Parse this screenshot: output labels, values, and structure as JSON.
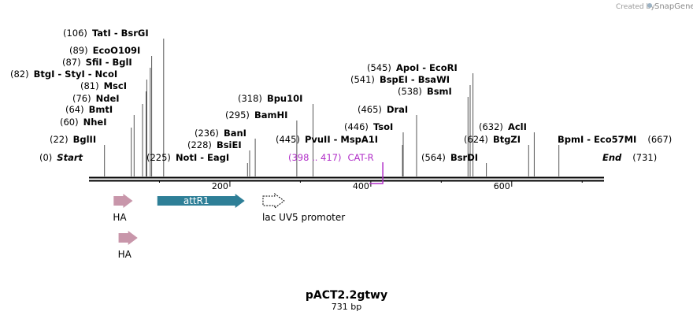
{
  "credit": {
    "prefix": "Created by",
    "brand": "SnapGene"
  },
  "title": "pACT2.2gtwy",
  "subtitle": "731 bp",
  "sequence_length": 731,
  "ruler": [
    "200",
    "400",
    "600"
  ],
  "sites": [
    {
      "pos": "(0)",
      "name": "Start",
      "bp": 0,
      "italic": true
    },
    {
      "pos": "(22)",
      "name": "BglII",
      "bp": 22
    },
    {
      "pos": "(60)",
      "name": "NheI",
      "bp": 60
    },
    {
      "pos": "(64)",
      "name": "BmtI",
      "bp": 64
    },
    {
      "pos": "(76)",
      "name": "NdeI",
      "bp": 76
    },
    {
      "pos": "(81)",
      "name": "MscI",
      "bp": 81
    },
    {
      "pos": "(82)",
      "name": "BtgI  - StyI  - NcoI",
      "bp": 82
    },
    {
      "pos": "(87)",
      "name": "SfiI  - BglI",
      "bp": 87
    },
    {
      "pos": "(89)",
      "name": "EcoO109I",
      "bp": 89
    },
    {
      "pos": "(106)",
      "name": "TatI  - BsrGI",
      "bp": 106
    },
    {
      "pos": "(225)",
      "name": "NotI  - EagI",
      "bp": 225,
      "label_right": true
    },
    {
      "pos": "(228)",
      "name": "BsiEI",
      "bp": 228
    },
    {
      "pos": "(236)",
      "name": "BanI",
      "bp": 236
    },
    {
      "pos": "(295)",
      "name": "BamHI",
      "bp": 295
    },
    {
      "pos": "(318)",
      "name": "Bpu10I",
      "bp": 318
    },
    {
      "pos": "(445)",
      "name": "PvuII  - MspA1I",
      "bp": 445,
      "label_right": true
    },
    {
      "pos": "(446)",
      "name": "TsoI",
      "bp": 446
    },
    {
      "pos": "(465)",
      "name": "DraI",
      "bp": 465
    },
    {
      "pos": "(538)",
      "name": "BsmI",
      "bp": 538
    },
    {
      "pos": "(541)",
      "name": "BspEI  - BsaWI",
      "bp": 541
    },
    {
      "pos": "(545)",
      "name": "ApoI  - EcoRI",
      "bp": 545
    },
    {
      "pos": "(564)",
      "name": "BsrDI",
      "bp": 564,
      "label_right": true
    },
    {
      "pos": "(624)",
      "name": "BtgZI",
      "bp": 624
    },
    {
      "pos": "(632)",
      "name": "AclI",
      "bp": 632
    },
    {
      "pos": "(667)",
      "name": "BpmI  - Eco57MI",
      "bp": 667,
      "pos_after": true
    },
    {
      "pos": "(731)",
      "name": "End",
      "bp": 731,
      "italic": true,
      "pos_after": true
    }
  ],
  "primer": {
    "range": "(398 .. 417)",
    "name": "CAT-R",
    "start": 398,
    "end": 417,
    "color": "#b12fc8"
  },
  "features": [
    {
      "name": "HA",
      "start": 35,
      "end": 62,
      "color": "#c896aa"
    },
    {
      "name": "attR1",
      "start": 97,
      "end": 221,
      "color": "#2e7f97"
    },
    {
      "name": "lac UV5 promoter",
      "start": 247,
      "end": 277,
      "color": "#ffffff"
    },
    {
      "name": "HA",
      "start": 42,
      "end": 69,
      "color": "#c896aa"
    }
  ]
}
